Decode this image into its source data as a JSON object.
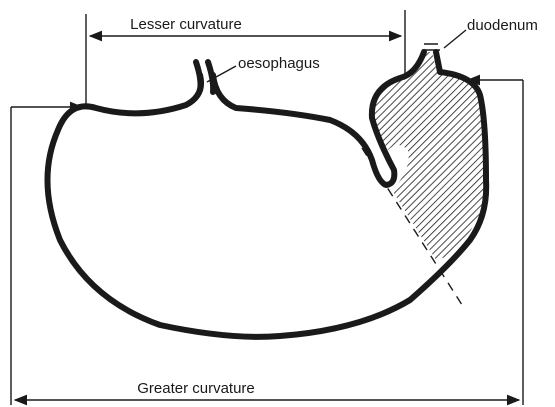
{
  "labels": {
    "lesser_curvature": "Lesser curvature",
    "oesophagus": "oesophagus",
    "duodenum": "duodenum",
    "greater_curvature": "Greater curvature"
  },
  "colors": {
    "ink": "#1a1a1a",
    "background": "#ffffff"
  }
}
